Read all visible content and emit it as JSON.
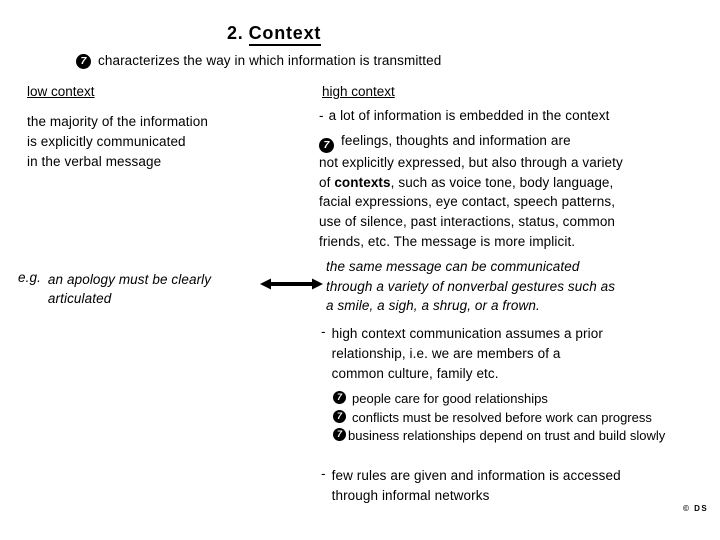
{
  "slide": {
    "title": {
      "prefix": "2.",
      "text": "Context"
    },
    "intro": {
      "bullet_glyph": "7",
      "text": "characterizes the way in which information is transmitted"
    },
    "low_context": {
      "heading": "low context",
      "lines": [
        "the majority of the information",
        "is explicitly communicated",
        "in the verbal message"
      ],
      "example": {
        "prefix": "e.g.",
        "lines": [
          "an apology must be clearly",
          "articulated"
        ]
      }
    },
    "high_context": {
      "heading": "high context",
      "embedded_point": {
        "dash": "-",
        "text": "a lot of information is embedded in the context"
      },
      "feelings": {
        "bullet_glyph": "7",
        "line1": "feelings, thoughts and information are",
        "line2": "not explicitly expressed, but also through a variety",
        "line3_pre": "of ",
        "line3_bold": "contexts",
        "line3_post": ", such as voice tone, body language,",
        "line4": "facial expressions, eye contact, speech patterns,",
        "line5": "use of silence, past interactions, status, common",
        "line6": "friends, etc. The message is more implicit."
      },
      "example": {
        "lines": [
          "the same message can be communicated",
          "through a variety of nonverbal gestures such as",
          "a smile, a sigh, a shrug, or a frown."
        ]
      },
      "prior_relationship": {
        "dash": "-",
        "lines": [
          "high context communication assumes a prior",
          "relationship, i.e. we are members of a",
          "common culture, family etc."
        ]
      },
      "bullets": [
        {
          "glyph": "7",
          "text": "people care for good relationships"
        },
        {
          "glyph": "7",
          "text": "conflicts must be resolved before work can progress"
        },
        {
          "glyph": "7",
          "text": "business relationships depend on trust and build slowly"
        }
      ],
      "few_rules": {
        "dash": "-",
        "lines": [
          "few rules are given and information is accessed",
          "through informal networks"
        ]
      }
    },
    "footer": {
      "copyright": "© DS"
    }
  }
}
